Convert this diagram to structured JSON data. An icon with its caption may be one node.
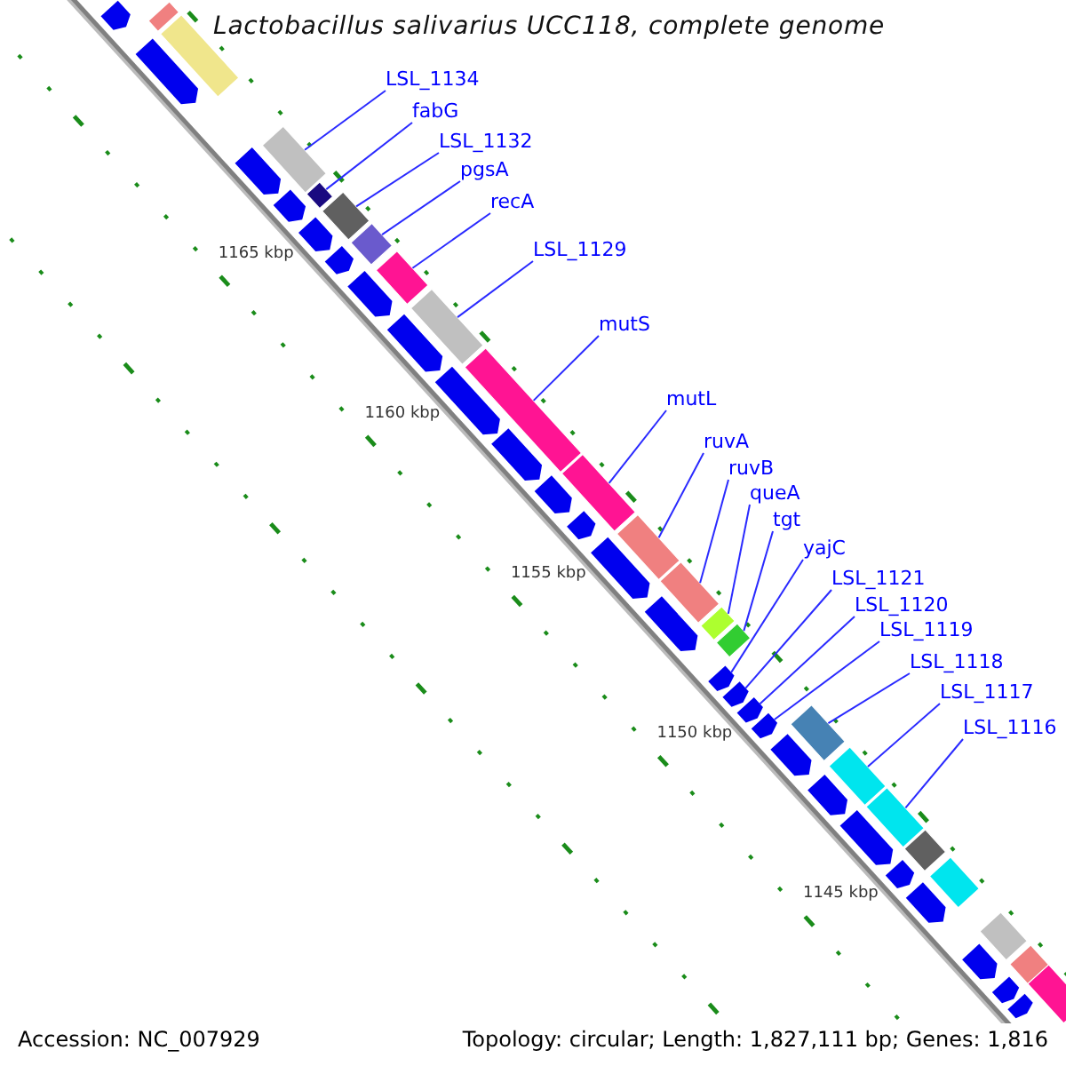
{
  "diagram": {
    "title": "Lactobacillus salivarius UCC118, complete genome",
    "nodes": [
      {
        "text": [
          "LSL_1134"
        ]
      },
      {
        "text": [
          "fabG"
        ]
      },
      {
        "text": [
          "LSL_1132"
        ]
      },
      {
        "text": [
          "pgsA"
        ]
      },
      {
        "text": [
          "recA"
        ]
      },
      {
        "text": [
          "LSL_1129"
        ]
      },
      {
        "text": [
          "mutS"
        ]
      },
      {
        "text": [
          "mutL"
        ]
      },
      {
        "text": [
          "ruvA"
        ]
      },
      {
        "text": [
          "ruvB"
        ]
      },
      {
        "text": [
          "queA"
        ]
      },
      {
        "text": [
          "tgt"
        ]
      },
      {
        "text": [
          "yajC"
        ]
      },
      {
        "text": [
          "LSL_1121"
        ]
      },
      {
        "text": [
          "LSL_1120"
        ]
      },
      {
        "text": [
          "LSL_1119"
        ]
      },
      {
        "text": [
          "LSL_1118"
        ]
      },
      {
        "text": [
          "LSL_1117"
        ]
      },
      {
        "text": [
          "LSL_1116"
        ]
      },
      {
        "text": [],
        "shape": "bar"
      },
      {
        "text": [],
        "shape": "bar"
      },
      {
        "text": [],
        "shape": "bar"
      },
      {
        "text": [],
        "shape": "bar"
      },
      {
        "text": [],
        "shape": "bar"
      },
      {
        "text": [],
        "shape": "bar"
      },
      {
        "text": [],
        "shape": "bar"
      },
      {
        "text": [],
        "shape": "bar"
      },
      {
        "text": [],
        "shape": "bar"
      },
      {
        "text": [],
        "shape": "bar"
      },
      {
        "text": [],
        "shape": "bar"
      },
      {
        "text": [],
        "shape": "bar"
      },
      {
        "text": [],
        "shape": "bar"
      },
      {
        "text": [],
        "shape": "bar"
      },
      {
        "text": [],
        "shape": "bar"
      },
      {
        "text": [],
        "shape": "bar"
      },
      {
        "text": [],
        "shape": "bar"
      },
      {
        "text": [],
        "shape": "bar"
      },
      {
        "text": [],
        "shape": "bar"
      },
      {
        "text": [],
        "shape": "bar"
      },
      {
        "text": [],
        "shape": "bar"
      },
      {
        "text": [],
        "shape": "bar"
      },
      {
        "text": [],
        "shape": "bar"
      },
      {
        "text": [],
        "shape": "bar"
      },
      {
        "text": [],
        "shape": "bar"
      },
      {
        "text": [],
        "shape": "bar"
      },
      {
        "text": [],
        "shape": "bar"
      },
      {
        "text": [],
        "shape": "bar"
      },
      {
        "text": [],
        "shape": "bar"
      },
      {
        "text": [],
        "shape": "bar"
      },
      {
        "text": [],
        "shape": "bar"
      },
      {
        "text": [],
        "shape": "bar"
      },
      {
        "text": [],
        "shape": "bar"
      },
      {
        "text": [],
        "shape": "bar"
      },
      {
        "text": [],
        "shape": "bar"
      },
      {
        "text": [],
        "shape": "bar"
      },
      {
        "text": [],
        "shape": "bar"
      },
      {
        "text": [],
        "shape": "bar"
      },
      {
        "text": [],
        "shape": "bar"
      },
      {
        "text": [],
        "shape": "bar"
      },
      {
        "text": [],
        "shape": "bar"
      },
      {
        "text": [],
        "shape": "bar"
      },
      {
        "text": [],
        "shape": "bar"
      },
      {
        "text": [],
        "shape": "bar"
      },
      {
        "text": [],
        "shape": "bar"
      },
      {
        "text": [],
        "shape": "bar"
      },
      {
        "text": [],
        "shape": "bar"
      },
      {
        "text": [],
        "shape": "bar"
      }
    ],
    "edges": [
      {
        "from": 0,
        "to": 24,
        "arrow": "none"
      },
      {
        "from": 1,
        "to": 26,
        "arrow": "none"
      },
      {
        "from": 2,
        "to": 28,
        "arrow": "none"
      },
      {
        "from": 3,
        "to": 30,
        "arrow": "none"
      },
      {
        "from": 4,
        "to": 32,
        "arrow": "none"
      },
      {
        "from": 5,
        "to": 34,
        "arrow": "none"
      },
      {
        "from": 6,
        "to": 36,
        "arrow": "none"
      },
      {
        "from": 7,
        "to": 39,
        "arrow": "none"
      },
      {
        "from": 8,
        "to": 42,
        "arrow": "none"
      },
      {
        "from": 9,
        "to": 43,
        "arrow": "none"
      },
      {
        "from": 10,
        "to": 45,
        "arrow": "none"
      },
      {
        "from": 11,
        "to": 46,
        "arrow": "none"
      },
      {
        "from": 12,
        "to": 47,
        "arrow": "none"
      },
      {
        "from": 13,
        "to": 48,
        "arrow": "none"
      },
      {
        "from": 14,
        "to": 49,
        "arrow": "none"
      },
      {
        "from": 15,
        "to": 50,
        "arrow": "none"
      },
      {
        "from": 16,
        "to": 51,
        "arrow": "none"
      },
      {
        "from": 17,
        "to": 53,
        "arrow": "none"
      },
      {
        "from": 18,
        "to": 56,
        "arrow": "none"
      }
    ],
    "labels": [
      "1165 kbp",
      "1160 kbp",
      "1155 kbp",
      "1150 kbp",
      "1145 kbp",
      "Accession: NC_007929",
      "Topology: circular; Length: 1,827,111 bp; Genes: 1,816"
    ]
  }
}
